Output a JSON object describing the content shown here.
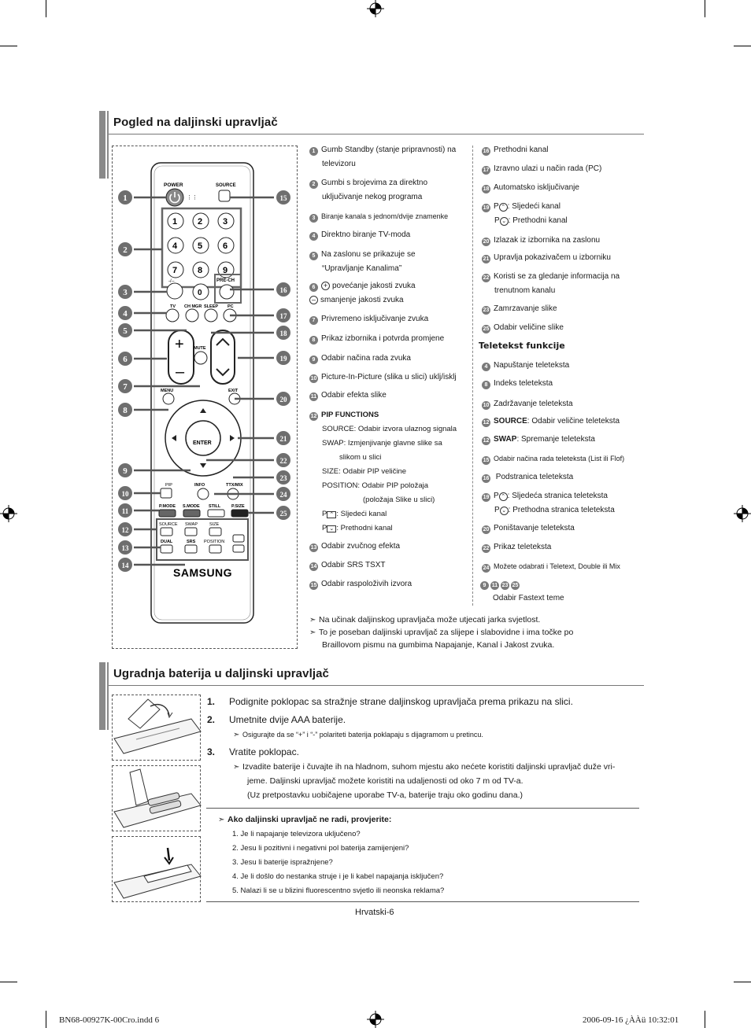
{
  "section1": {
    "title": "Pogled na daljinski upravljač"
  },
  "section2": {
    "title": "Ugradnja baterija u daljinski upravljač"
  },
  "remote": {
    "power": "POWER",
    "source": "SOURCE",
    "prech": "PRE-CH",
    "dash": "-/--",
    "tv": "TV",
    "chmgr": "CH MGR",
    "sleep": "SLEEP",
    "pc": "PC",
    "mute": "MUTE",
    "menu": "MENU",
    "exit": "EXIT",
    "enter": "ENTER",
    "info": "INFO",
    "ttmix": "TTX/MIX",
    "pip": "PIP",
    "pmode": "P.MODE",
    "smode": "S.MODE",
    "still": "STILL",
    "psize": "P.SIZE",
    "src2": "SOURCE",
    "swap": "SWAP",
    "size": "SIZE",
    "dual": "DUAL",
    "srs": "SRS",
    "position": "POSITION",
    "p": "P",
    "brand": "SAMSUNG",
    "keys": [
      "1",
      "2",
      "3",
      "4",
      "5",
      "6",
      "7",
      "8",
      "9",
      "0"
    ],
    "callouts_left": [
      "1",
      "2",
      "3",
      "4",
      "5",
      "6",
      "7",
      "8",
      "9",
      "10",
      "11",
      "12",
      "13",
      "14"
    ],
    "callouts_right": [
      "15",
      "16",
      "17",
      "18",
      "19",
      "20",
      "21",
      "22",
      "23",
      "24",
      "25"
    ]
  },
  "items_left": [
    {
      "n": "1",
      "lines": [
        "Gumb Standby  (stanje pripravnosti) na",
        "televizoru"
      ]
    },
    {
      "n": "2",
      "lines": [
        "Gumbi s brojevima za direktno",
        "uključivanje nekog programa"
      ]
    },
    {
      "n": "3",
      "lines": [
        "Biranje kanala s jednom/dvije znamenke"
      ]
    },
    {
      "n": "4",
      "lines": [
        "Direktno biranje TV-moda"
      ]
    },
    {
      "n": "5",
      "lines": [
        "Na zaslonu se prikazuje se",
        "“Upravljanje Kanalima”"
      ]
    },
    {
      "n": "6",
      "lines": [
        "povećanje jakosti zvuka",
        "smanjenje jakosti zvuka"
      ]
    },
    {
      "n": "7",
      "lines": [
        "Privremeno isključivanje zvuka"
      ]
    },
    {
      "n": "8",
      "lines": [
        "Prikaz izbornika i potvrda promjene"
      ]
    },
    {
      "n": "9",
      "lines": [
        "Odabir načina rada zvuka"
      ]
    },
    {
      "n": "10",
      "lines": [
        "Picture-In-Picture (slika u slici) uklj/isklj"
      ]
    },
    {
      "n": "11",
      "lines": [
        "Odabir efekta slike"
      ]
    }
  ],
  "pip": {
    "n": "12",
    "title": "PIP FUNCTIONS",
    "source": "SOURCE: Odabir izvora ulaznog signala",
    "swap1": "SWAP:    Izmjenjivanje glavne slike sa",
    "swap2": "slikom u slici",
    "size": "SIZE: Odabir PIP veličine",
    "pos1": "POSITION: Odabir PIP položaja",
    "pos2": "(položaja Slike u slici)",
    "pup": ": Sljedeći kanal",
    "pdown": ": Prethodni kanal"
  },
  "items_left2": [
    {
      "n": "13",
      "lines": [
        "Odabir zvučnog efekta"
      ]
    },
    {
      "n": "14",
      "lines": [
        "Odabir SRS TSXT"
      ]
    },
    {
      "n": "15",
      "lines": [
        "Odabir raspoloživih izvora"
      ]
    }
  ],
  "items_right": [
    {
      "n": "16",
      "text": "Prethodni kanal"
    },
    {
      "n": "17",
      "text": "Izravno ulazi u način rada (PC)"
    },
    {
      "n": "18",
      "text": "Automatsko isključivanje"
    },
    {
      "n": "20",
      "text": "Izlazak iz izbornika na zaslonu"
    },
    {
      "n": "21",
      "text": "Upravlja pokazivačem u izborniku"
    },
    {
      "n": "22",
      "text": "Koristi se za gledanje informacija na",
      "text2": "trenutnom kanalu"
    },
    {
      "n": "23",
      "text": "Zamrzavanje slike"
    },
    {
      "n": "25",
      "text": "Odabir veličine slike"
    }
  ],
  "item19": {
    "n": "19",
    "up": ": Sljedeći kanal",
    "down": ": Prethodni kanal"
  },
  "teletext": {
    "title": "Teletekst funkcije",
    "i4": "Napuštanje teleteksta",
    "i8": "Indeks teleteksta",
    "i10": "Zadržavanje teleteksta",
    "i12a_b": "SOURCE",
    "i12a": ": Odabir veličine teleteksta",
    "i12b_b": "SWAP",
    "i12b": ": Spremanje teleteksta",
    "i15": "Odabir načina rada teleteksta  (List ili Flof)",
    "i16": " Podstranica teleteksta",
    "i19up": ": Sljedeća stranica teleteksta",
    "i19down": ": Prethodna stranica teleteksta",
    "i20": "Poništavanje teleteksta",
    "i22": "Prikaz teleteksta",
    "i24": "Možete odabrati i Teletext, Double ili Mix",
    "fastext": "Odabir Fastext teme",
    "fast_nums": [
      "9",
      "11",
      "23",
      "25"
    ]
  },
  "notes1": [
    "Na učinak daljinskog upravljača može utjecati jarka svjetlost.",
    "To je poseban daljinski upravljač za slijepe i slabovidne i ima točke po",
    "Braillovom pismu na gumbima Napajanje, Kanal i Jakost zvuka."
  ],
  "steps": [
    {
      "n": "1.",
      "text": "Podignite poklopac sa stražnje strane daljinskog upravljača prema prikazu na slici."
    },
    {
      "n": "2.",
      "text": "Umetnite dvije AAA baterije."
    },
    {
      "n": "3.",
      "text": "Vratite poklopac."
    }
  ],
  "step2_note": "Osigurajte da se “+” i “-” polariteti baterija poklapaju s dijagramom u pretincu.",
  "step3_note": [
    "Izvadite baterije i čuvajte ih na hladnom, suhom mjestu ako nećete koristiti daljinski upravljač duže vri-",
    "jeme. Daljinski upravljač možete koristiti na udaljenosti od oko 7 m od TV-a.",
    "(Uz pretpostavku uobičajene uporabe TV-a, baterije traju oko godinu dana.)"
  ],
  "check": {
    "title": "Ako daljinski upravljač ne radi, provjerite:",
    "items": [
      "1. Je li napajanje televizora uključeno?",
      "2. Jesu li pozitivni i negativni pol baterija zamijenjeni?",
      "3. Jesu li baterije ispražnjene?",
      "4. Je li došlo do nestanka struje i je li kabel napajanja isključen?",
      "5. Nalazi li se u blizini fluorescentno svjetlo ili neonska reklama?"
    ]
  },
  "page": "Hrvatski-6",
  "footer_left": "BN68-00927K-00Cro.indd   6",
  "footer_right": "2006-09-16   ¿ÀÀü 10:32:01"
}
